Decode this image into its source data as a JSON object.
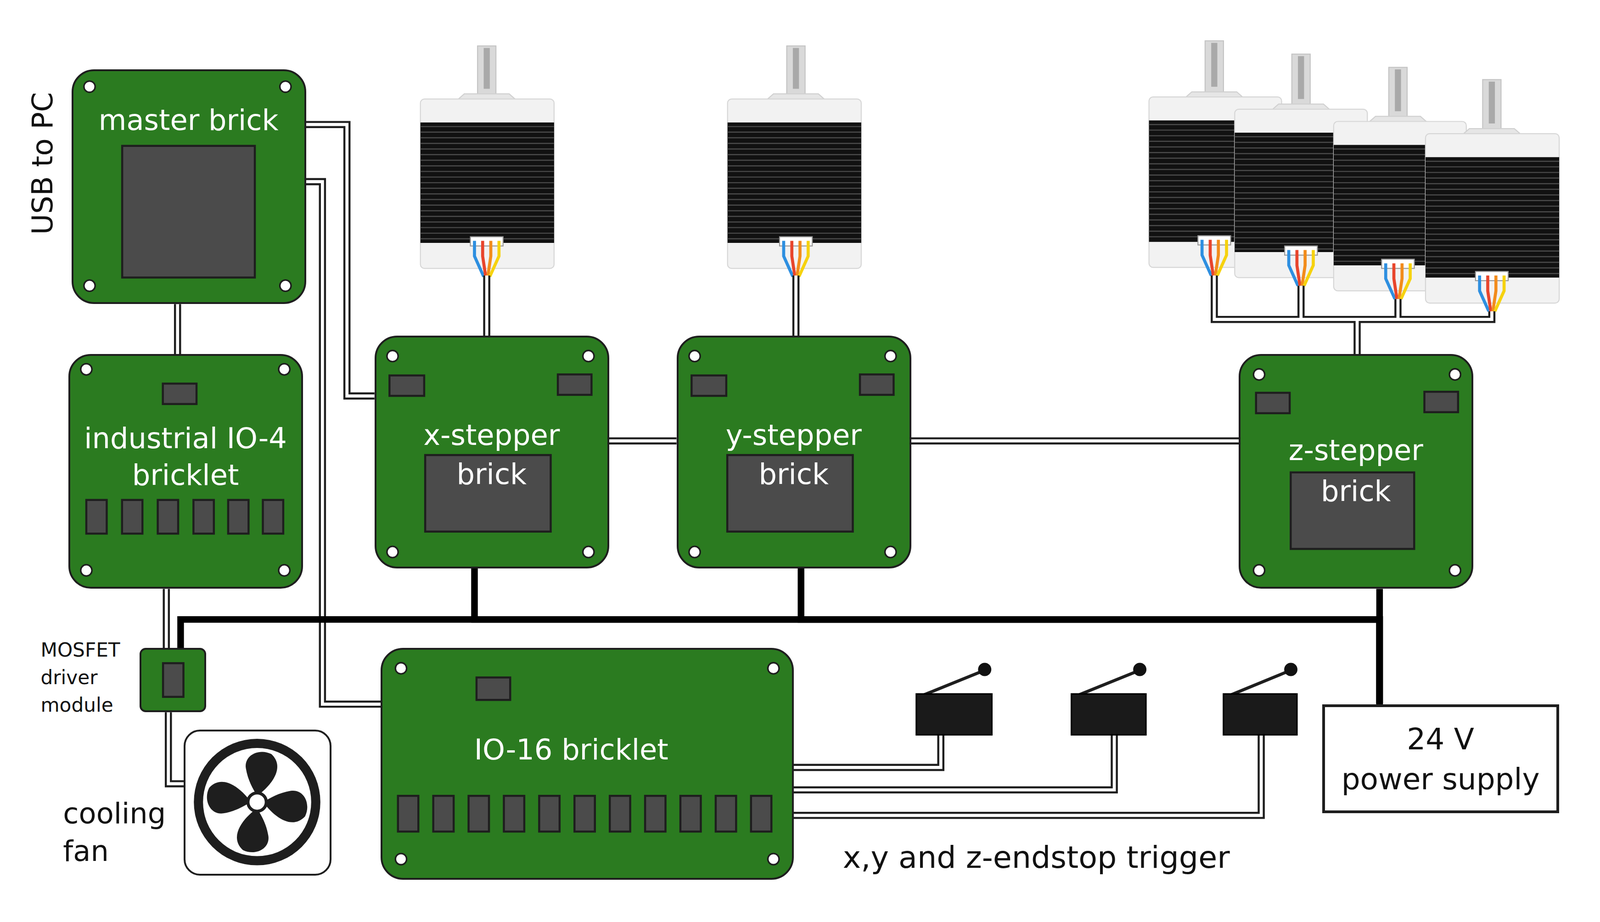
{
  "diagram": {
    "nodes": [
      {
        "text": [
          "master brick"
        ]
      },
      {
        "text": [
          "industrial IO-4 bricklet"
        ]
      },
      {
        "text": [
          "x-stepper brick"
        ]
      },
      {
        "text": [
          "y-stepper brick"
        ]
      },
      {
        "text": [
          "z-stepper brick"
        ]
      },
      {
        "text": [
          "MOSFET driver module"
        ]
      },
      {
        "text": [
          "cooling fan"
        ]
      },
      {
        "text": [
          "IO-16 bricklet"
        ]
      },
      {
        "text": [
          "24 V power supply"
        ]
      }
    ],
    "edges": [
      {
        "from": 0,
        "to": 1,
        "arrow": "none"
      },
      {
        "from": 0,
        "to": 2,
        "arrow": "none"
      },
      {
        "from": 0,
        "to": 7,
        "arrow": "none"
      },
      {
        "from": 2,
        "to": 3,
        "arrow": "none"
      },
      {
        "from": 3,
        "to": 4,
        "arrow": "none"
      },
      {
        "from": 1,
        "to": 5,
        "arrow": "none"
      },
      {
        "from": 5,
        "to": 6,
        "arrow": "none"
      },
      {
        "from": 8,
        "to": 2,
        "arrow": "none"
      },
      {
        "from": 8,
        "to": 3,
        "arrow": "none"
      },
      {
        "from": 8,
        "to": 4,
        "arrow": "none"
      },
      {
        "from": 8,
        "to": 5,
        "arrow": "none"
      }
    ],
    "labels": [
      "USB to PC",
      "x,y and z-endstop trigger"
    ]
  }
}
